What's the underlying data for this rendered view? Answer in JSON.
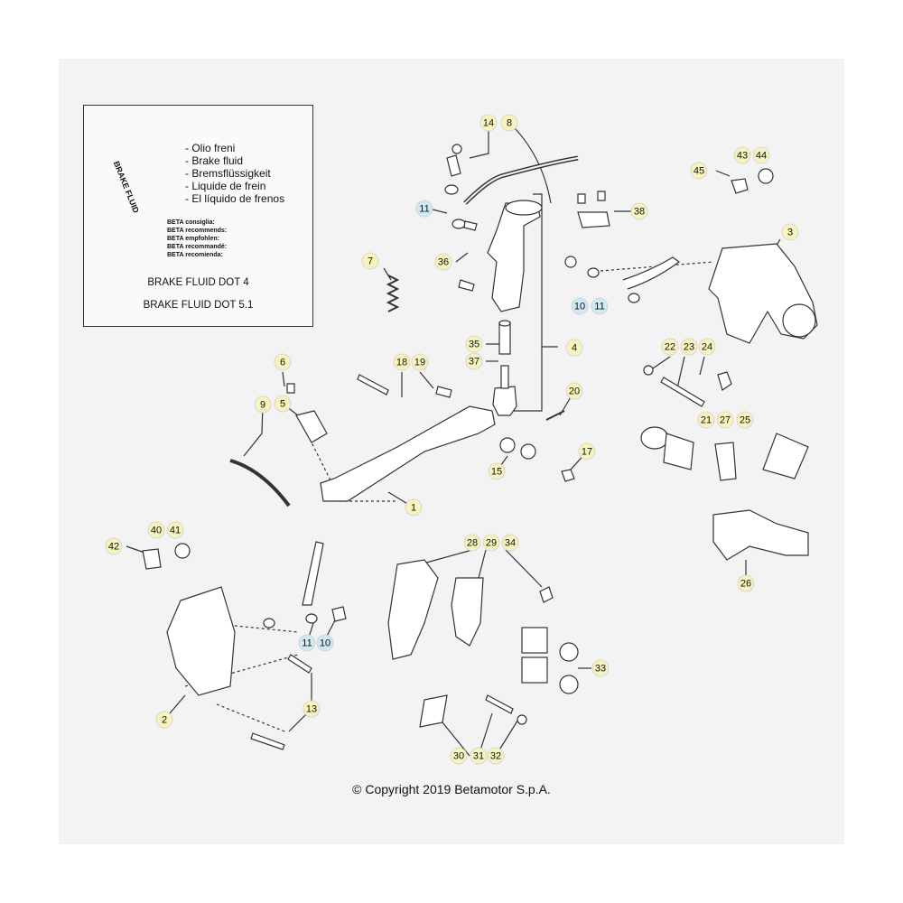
{
  "fluid_box": {
    "can_label": "BRAKE FLUID",
    "lines": [
      "- Olio freni",
      "- Brake fluid",
      "- Bremsflüssigkeit",
      "- Liquide de frein",
      "- El líquido de frenos"
    ],
    "recommends": [
      "BETA consiglia:",
      "BETA recommends:",
      "BETA empfohlen:",
      "BETA recommandé:",
      "BETA recomienda:"
    ],
    "dot4": "BRAKE FLUID DOT 4",
    "dot51": "BRAKE FLUID DOT 5.1"
  },
  "colors": {
    "callout_fill": "#f7f3bd",
    "callout_blue": "#cfe9f5",
    "line": "#333333",
    "sheet": "#f3f3f3"
  },
  "callouts": [
    {
      "label": "1",
      "kind": "part"
    },
    {
      "label": "2",
      "kind": "part"
    },
    {
      "label": "3",
      "kind": "part"
    },
    {
      "label": "4",
      "kind": "part"
    },
    {
      "label": "5",
      "kind": "part"
    },
    {
      "label": "6",
      "kind": "part"
    },
    {
      "label": "7",
      "kind": "part"
    },
    {
      "label": "8",
      "kind": "part"
    },
    {
      "label": "9",
      "kind": "part"
    },
    {
      "label": "10",
      "kind": "part"
    },
    {
      "label": "10",
      "kind": "part"
    },
    {
      "label": "11",
      "kind": "washer"
    },
    {
      "label": "11",
      "kind": "washer"
    },
    {
      "label": "11",
      "kind": "washer"
    },
    {
      "label": "13",
      "kind": "part"
    },
    {
      "label": "14",
      "kind": "part"
    },
    {
      "label": "15",
      "kind": "part"
    },
    {
      "label": "17",
      "kind": "part"
    },
    {
      "label": "18",
      "kind": "part"
    },
    {
      "label": "19",
      "kind": "part"
    },
    {
      "label": "20",
      "kind": "part"
    },
    {
      "label": "21",
      "kind": "part"
    },
    {
      "label": "22",
      "kind": "part"
    },
    {
      "label": "23",
      "kind": "part"
    },
    {
      "label": "24",
      "kind": "part"
    },
    {
      "label": "25",
      "kind": "part"
    },
    {
      "label": "26",
      "kind": "part"
    },
    {
      "label": "27",
      "kind": "part"
    },
    {
      "label": "28",
      "kind": "part"
    },
    {
      "label": "29",
      "kind": "part"
    },
    {
      "label": "30",
      "kind": "part"
    },
    {
      "label": "31",
      "kind": "part"
    },
    {
      "label": "32",
      "kind": "part"
    },
    {
      "label": "33",
      "kind": "part"
    },
    {
      "label": "34",
      "kind": "part"
    },
    {
      "label": "35",
      "kind": "part"
    },
    {
      "label": "36",
      "kind": "part"
    },
    {
      "label": "37",
      "kind": "part"
    },
    {
      "label": "38",
      "kind": "part"
    },
    {
      "label": "40",
      "kind": "part"
    },
    {
      "label": "41",
      "kind": "part"
    },
    {
      "label": "42",
      "kind": "part"
    },
    {
      "label": "43",
      "kind": "part"
    },
    {
      "label": "44",
      "kind": "part"
    },
    {
      "label": "45",
      "kind": "part"
    }
  ],
  "copyright": "© Copyright 2019 Betamotor S.p.A."
}
